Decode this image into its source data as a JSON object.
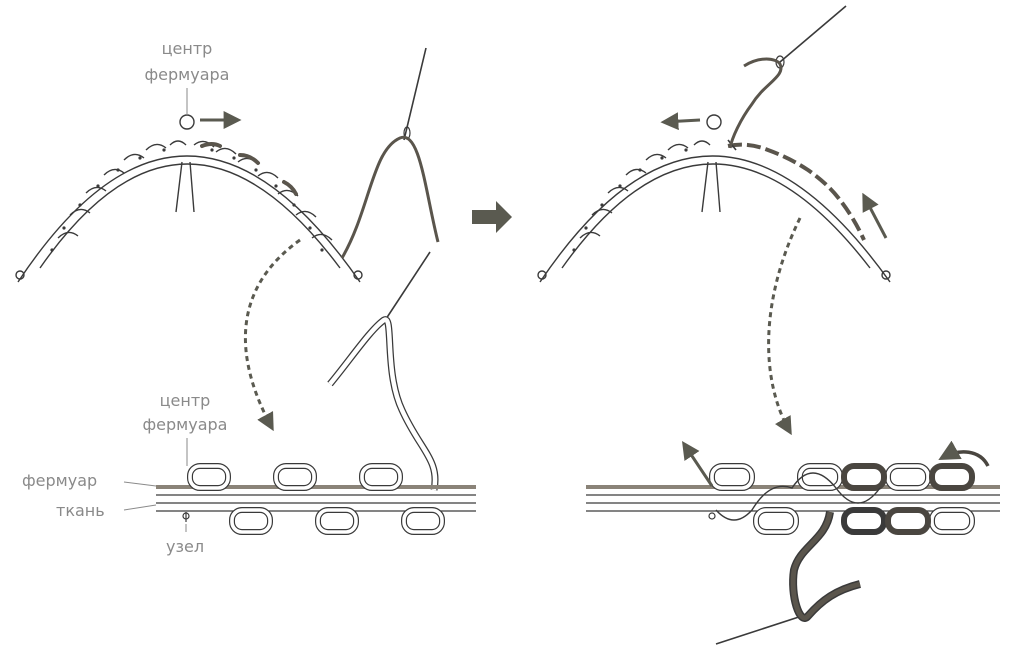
{
  "labels": {
    "center_top_line1": "центр",
    "center_top_line2": "фермуара",
    "center_bottom_line1": "центр",
    "center_bottom_line2": "фермуара",
    "frame": "фермуар",
    "fabric": "ткань",
    "knot": "узел"
  },
  "colors": {
    "line": "#3a3a3a",
    "thread": "#5a554c",
    "frame_band": "#8a8378",
    "label": "#8a8a8a",
    "arrow": "#5a5a50"
  }
}
